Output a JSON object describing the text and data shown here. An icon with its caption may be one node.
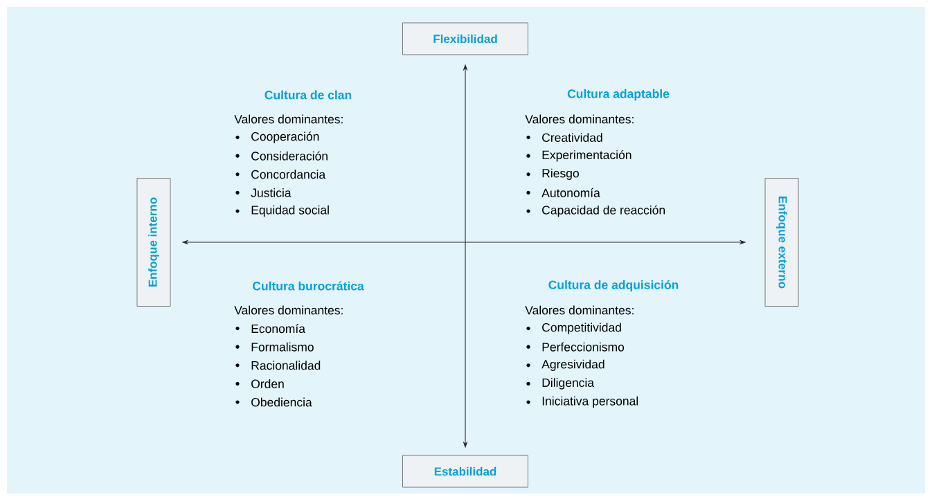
{
  "diagram": {
    "nodes": [
      {
        "text": [
          "Flexibilidad"
        ]
      },
      {
        "text": [
          "Enfoque interno"
        ]
      },
      {
        "text": [
          "Enfoque externo"
        ]
      },
      {
        "text": [
          "Estabilidad"
        ]
      }
    ],
    "edges": [
      {
        "from": 0,
        "to": 3,
        "arrow": "both"
      },
      {
        "from": 1,
        "to": 2,
        "arrow": "both"
      }
    ],
    "labels": [
      "Cultura de clan",
      "Valores dominantes:",
      "Cooperación",
      "Consideración",
      "Concordancia",
      "Justicia",
      "Equidad social",
      "Cultura adaptable",
      "Valores dominantes:",
      "Creatividad",
      "Experimentación",
      "Riesgo",
      "Autonomía",
      "Capacidad de reacción",
      "Cultura burocrática",
      "Valores dominantes:",
      "Economía",
      "Formalismo",
      "Racionalidad",
      "Orden",
      "Obediencia",
      "Cultura de adquisición",
      "Valores dominantes:",
      "Competitividad",
      "Perfeccionismo",
      "Agresividad",
      "Diligencia",
      "Iniciativa personal"
    ]
  }
}
